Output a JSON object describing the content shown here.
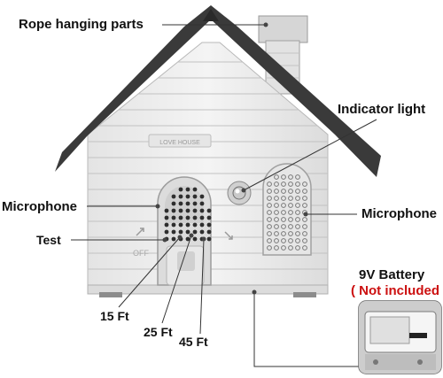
{
  "labels": {
    "rope": "Rope hanging parts",
    "indicator": "Indicator light",
    "mic_left": "Microphone",
    "mic_right": "Microphone",
    "test": "Test",
    "ft15": "15 Ft",
    "ft25": "25 Ft",
    "ft45": "45 Ft",
    "battery": "9V Battery",
    "not_included": "( Not included )"
  },
  "house_text": {
    "sign": "LOVE HOUSE",
    "off": "OFF"
  },
  "colors": {
    "roof": "#3a3a3a",
    "wall": "#eeeeee",
    "accent_red": "#cc1010"
  }
}
